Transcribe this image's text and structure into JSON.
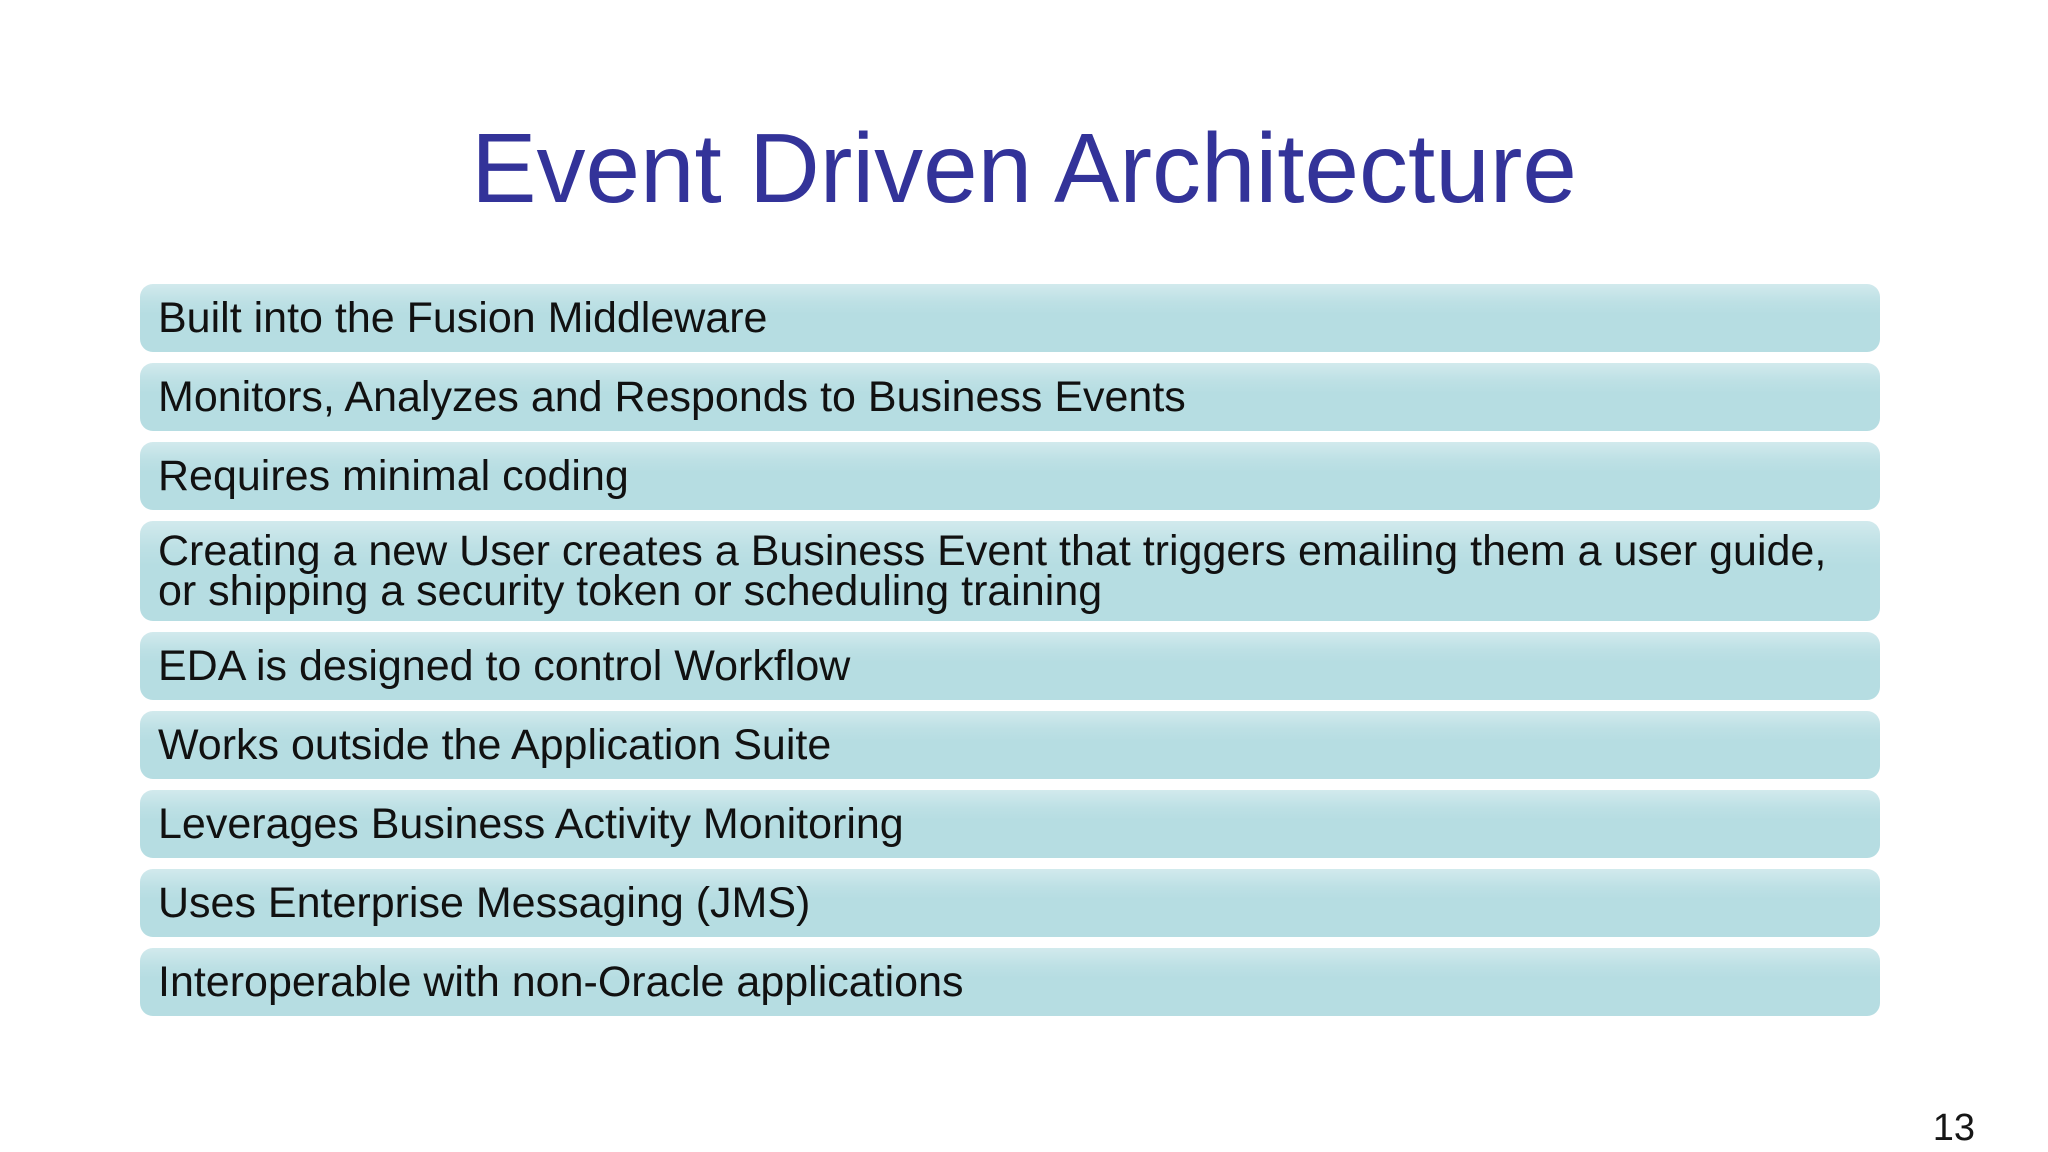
{
  "slide": {
    "title": "Event Driven Architecture",
    "page_number": "13",
    "items": [
      "Built into the Fusion Middleware",
      "Monitors, Analyzes and Responds to Business Events",
      "Requires minimal coding",
      "Creating a new User creates a Business Event that triggers emailing them a user guide, or shipping a security token or scheduling training",
      "EDA is designed to control Workflow",
      "Works outside the Application Suite",
      "Leverages Business Activity Monitoring",
      "Uses Enterprise Messaging (JMS)",
      "Interoperable with non-Oracle applications"
    ],
    "colors": {
      "background": "#ffffff",
      "title": "#333399",
      "bar_fill": "#b6dde2",
      "bar_text": "#111111"
    }
  }
}
